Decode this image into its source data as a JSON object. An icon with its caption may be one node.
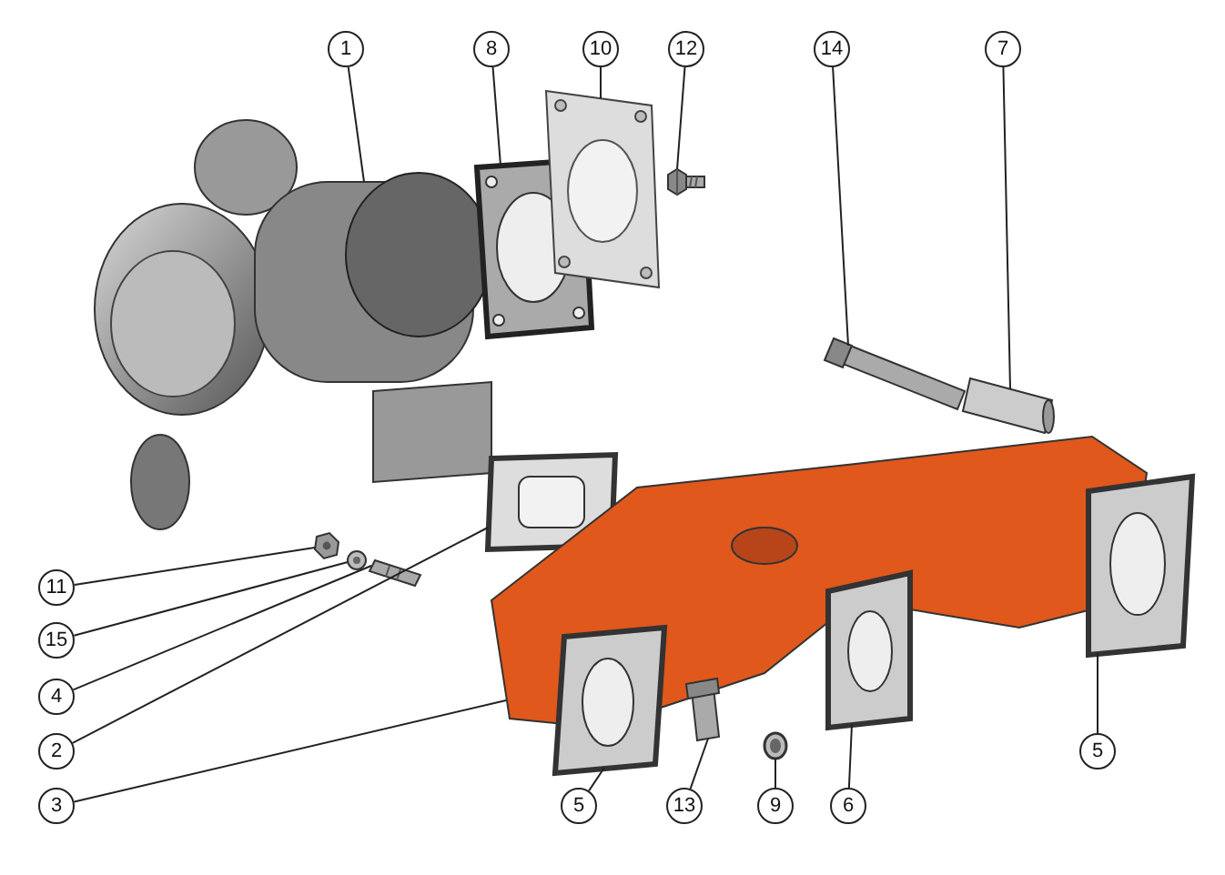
{
  "diagram": {
    "nodes": [
      {
        "text": [
          "1"
        ]
      },
      {
        "text": [
          "8"
        ]
      },
      {
        "text": [
          "10"
        ]
      },
      {
        "text": [
          "12"
        ]
      },
      {
        "text": [
          "14"
        ]
      },
      {
        "text": [
          "7"
        ]
      },
      {
        "text": [
          "11"
        ]
      },
      {
        "text": [
          "15"
        ]
      },
      {
        "text": [
          "4"
        ]
      },
      {
        "text": [
          "2"
        ]
      },
      {
        "text": [
          "3"
        ]
      },
      {
        "text": [
          "5"
        ]
      },
      {
        "text": [
          "13"
        ]
      },
      {
        "text": [
          "9"
        ]
      },
      {
        "text": [
          "6"
        ]
      },
      {
        "text": [
          "5"
        ]
      },
      {
        "text": [],
        "shape": "picture"
      },
      {
        "text": [],
        "shape": "picture"
      },
      {
        "text": [],
        "shape": "picture"
      },
      {
        "text": [],
        "shape": "picture"
      },
      {
        "text": [],
        "shape": "picture"
      },
      {
        "text": [],
        "shape": "picture"
      },
      {
        "text": [],
        "shape": "picture"
      },
      {
        "text": [],
        "shape": "picture"
      },
      {
        "text": [],
        "shape": "picture"
      },
      {
        "text": [],
        "shape": "picture"
      },
      {
        "text": [],
        "shape": "picture"
      },
      {
        "text": [],
        "shape": "picture"
      },
      {
        "text": [],
        "shape": "picture"
      },
      {
        "text": [],
        "shape": "picture"
      },
      {
        "text": [],
        "shape": "picture"
      },
      {
        "text": [],
        "shape": "picture"
      }
    ],
    "edges": [
      {
        "from": 0,
        "to": 16,
        "arrow": "none"
      },
      {
        "from": 1,
        "to": 17,
        "arrow": "none"
      },
      {
        "from": 2,
        "to": 18,
        "arrow": "none"
      },
      {
        "from": 3,
        "to": 19,
        "arrow": "none"
      },
      {
        "from": 4,
        "to": 20,
        "arrow": "none"
      },
      {
        "from": 5,
        "to": 21,
        "arrow": "none"
      },
      {
        "from": 6,
        "to": 22,
        "arrow": "none"
      },
      {
        "from": 7,
        "to": 23,
        "arrow": "none"
      },
      {
        "from": 8,
        "to": 24,
        "arrow": "none"
      },
      {
        "from": 9,
        "to": 25,
        "arrow": "none"
      },
      {
        "from": 10,
        "to": 26,
        "arrow": "none"
      },
      {
        "from": 11,
        "to": 27,
        "arrow": "none"
      },
      {
        "from": 12,
        "to": 28,
        "arrow": "none"
      },
      {
        "from": 13,
        "to": 29,
        "arrow": "none"
      },
      {
        "from": 14,
        "to": 30,
        "arrow": "none"
      },
      {
        "from": 15,
        "to": 31,
        "arrow": "none"
      }
    ]
  }
}
